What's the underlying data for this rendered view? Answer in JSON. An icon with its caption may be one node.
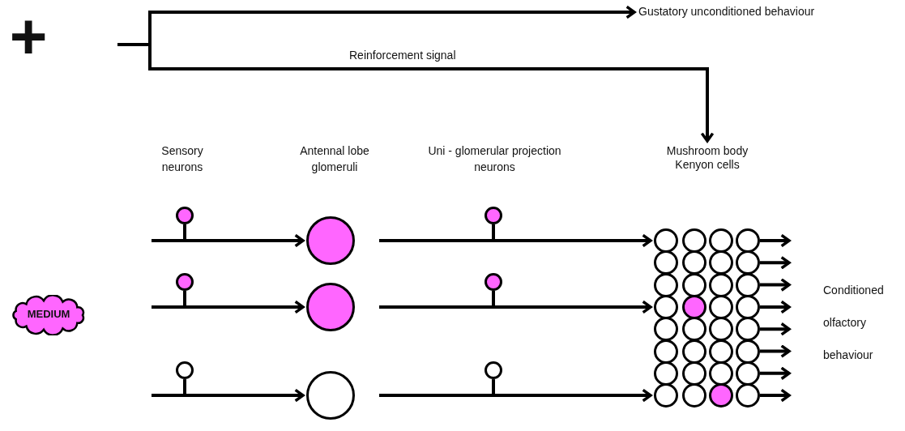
{
  "diagram": {
    "nodes": [
      {
        "text": [
          "Gustatory unconditioned behaviour"
        ]
      },
      {
        "text": [
          "Mushroom body Kenyon cells"
        ]
      },
      {
        "text": [
          "MEDIUM"
        ]
      },
      {
        "text": [],
        "shape": "circle"
      },
      {
        "text": [],
        "shape": "circle"
      },
      {
        "text": [],
        "shape": "circle"
      },
      {
        "text": [],
        "shape": "circle"
      },
      {
        "text": [],
        "shape": "circle"
      },
      {
        "text": [],
        "shape": "circle"
      },
      {
        "text": [],
        "shape": "circle"
      },
      {
        "text": [],
        "shape": "circle"
      },
      {
        "text": [],
        "shape": "circle"
      },
      {
        "text": [],
        "shape": "circle"
      },
      {
        "text": [],
        "shape": "circle"
      },
      {
        "text": [],
        "shape": "circle"
      },
      {
        "text": [],
        "shape": "circle"
      },
      {
        "text": [],
        "shape": "circle"
      },
      {
        "text": [],
        "shape": "circle"
      },
      {
        "text": [],
        "shape": "circle"
      },
      {
        "text": [],
        "shape": "circle"
      },
      {
        "text": [],
        "shape": "circle"
      },
      {
        "text": [],
        "shape": "circle"
      },
      {
        "text": [],
        "shape": "circle"
      },
      {
        "text": [],
        "shape": "circle"
      },
      {
        "text": [],
        "shape": "circle"
      },
      {
        "text": [],
        "shape": "circle"
      },
      {
        "text": [],
        "shape": "circle"
      },
      {
        "text": [],
        "shape": "circle"
      },
      {
        "text": [],
        "shape": "circle"
      },
      {
        "text": [],
        "shape": "circle"
      },
      {
        "text": [],
        "shape": "circle"
      },
      {
        "text": [],
        "shape": "circle"
      },
      {
        "text": [],
        "shape": "circle"
      },
      {
        "text": [],
        "shape": "circle"
      },
      {
        "text": [],
        "shape": "circle"
      },
      {
        "text": [],
        "shape": "circle"
      },
      {
        "text": [],
        "shape": "circle"
      },
      {
        "text": [],
        "shape": "circle"
      },
      {
        "text": [],
        "shape": "circle"
      },
      {
        "text": [],
        "shape": "circle"
      },
      {
        "text": [],
        "shape": "circle"
      },
      {
        "text": [],
        "shape": "circle"
      },
      {
        "text": [],
        "shape": "circle"
      },
      {
        "text": [],
        "shape": "circle"
      }
    ],
    "edges": [
      {
        "from": null,
        "to": 0,
        "arrow": "to"
      },
      {
        "from": null,
        "to": 1,
        "arrow": "to",
        "label": "Reinforcement signal"
      },
      {
        "from": null,
        "to": 6,
        "arrow": "to"
      },
      {
        "from": null,
        "to": 7,
        "arrow": "to"
      },
      {
        "from": null,
        "to": 8,
        "arrow": "to"
      },
      {
        "from": null,
        "to": 12,
        "arrow": "to"
      },
      {
        "from": null,
        "to": 24,
        "arrow": "to"
      },
      {
        "from": null,
        "to": 40,
        "arrow": "to"
      },
      {
        "from": 15,
        "to": null,
        "arrow": "to"
      },
      {
        "from": 19,
        "to": null,
        "arrow": "to"
      },
      {
        "from": 23,
        "to": null,
        "arrow": "to"
      },
      {
        "from": 27,
        "to": null,
        "arrow": "to"
      },
      {
        "from": 31,
        "to": null,
        "arrow": "to"
      },
      {
        "from": 35,
        "to": null,
        "arrow": "to"
      },
      {
        "from": 39,
        "to": null,
        "arrow": "to"
      },
      {
        "from": 43,
        "to": null,
        "arrow": "to"
      },
      {
        "from": 3,
        "to": null,
        "arrow": "none"
      },
      {
        "from": 4,
        "to": null,
        "arrow": "none"
      },
      {
        "from": 5,
        "to": null,
        "arrow": "none"
      },
      {
        "from": 9,
        "to": null,
        "arrow": "none"
      },
      {
        "from": 10,
        "to": null,
        "arrow": "none"
      },
      {
        "from": 11,
        "to": null,
        "arrow": "none"
      }
    ],
    "labels": [
      "+",
      "Sensory neurons",
      "Antennal lobe glomeruli",
      "Uni - glomerular projection neurons",
      "Conditioned olfactory behaviour"
    ]
  }
}
